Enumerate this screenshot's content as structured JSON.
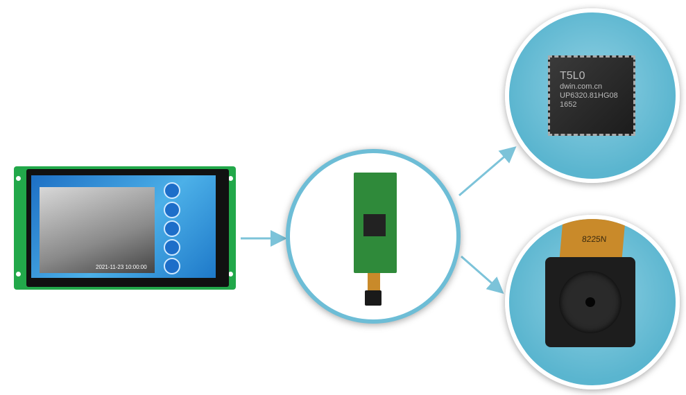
{
  "display": {
    "datetime": "2021-11-23  10:00:00",
    "buttons": [
      "",
      "",
      "",
      "",
      ""
    ]
  },
  "chip": {
    "model": "T5L0",
    "site": "dwin.com.cn",
    "code": "UP6320.81HG08",
    "date": "1652"
  },
  "camera": {
    "flex_label": "8225N"
  },
  "colors": {
    "circle_bg": "#5ab5cf",
    "arrow": "#7cc3d9",
    "pcb": "#22a84a"
  }
}
